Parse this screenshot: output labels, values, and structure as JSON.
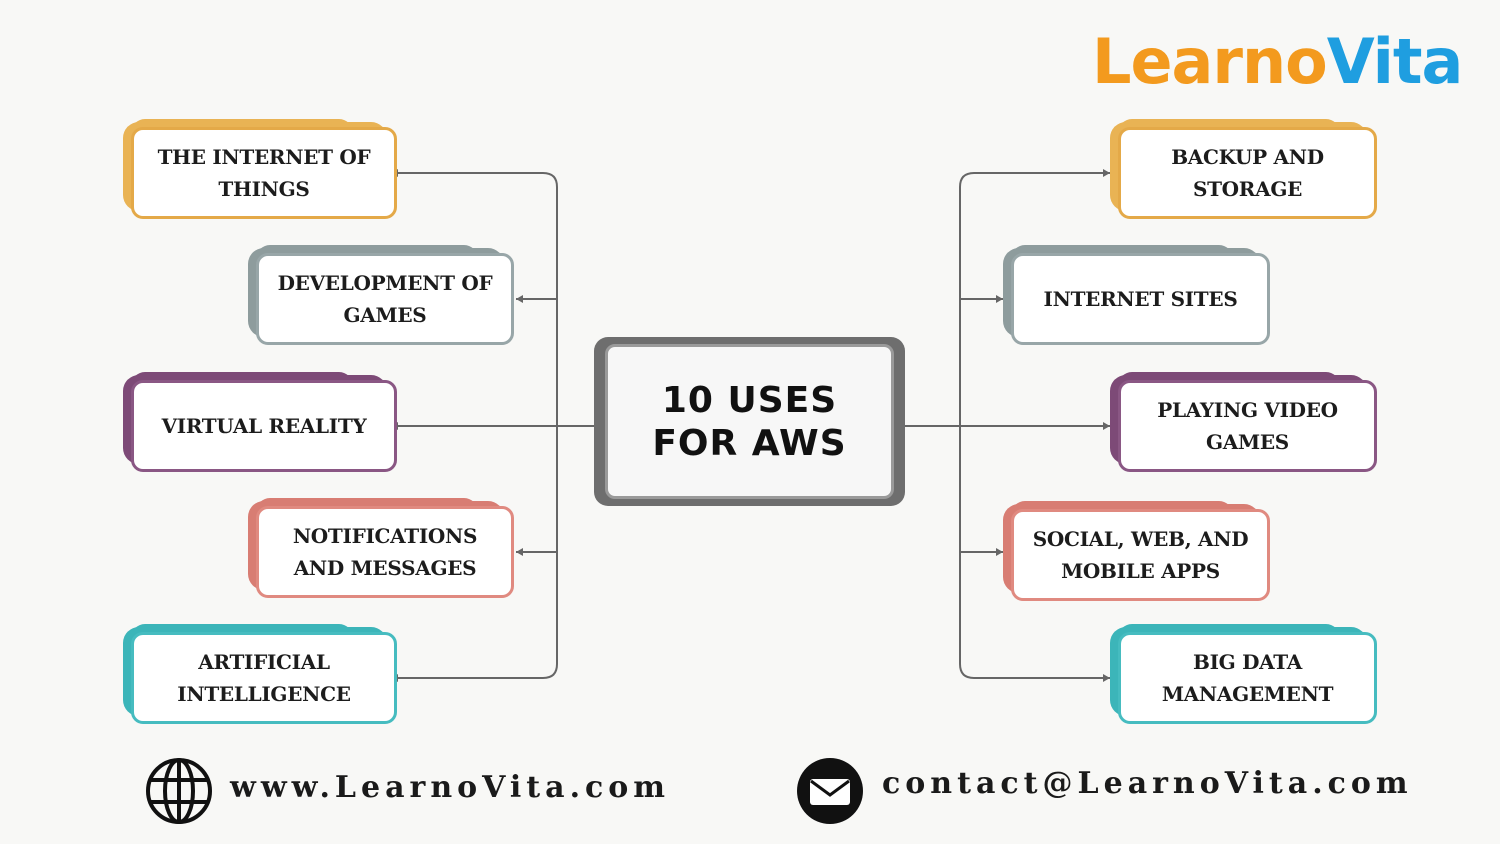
{
  "logo": {
    "part1": "Learno",
    "part2": "Vita",
    "color1": "#f39a1e",
    "color2": "#1f9ee0"
  },
  "center": {
    "line1": "10 USES",
    "line2": "FOR AWS"
  },
  "left_items": [
    {
      "label": "THE INTERNET OF THINGS",
      "color": "#e4a948",
      "back": "#e9b354"
    },
    {
      "label": "DEVELOPMENT OF GAMES",
      "color": "#98a6a8",
      "back": "#8e9c9d"
    },
    {
      "label": "VIRTUAL REALITY",
      "color": "#8a5784",
      "back": "#7d4a77"
    },
    {
      "label": "NOTIFICATIONS AND MESSAGES",
      "color": "#e08a80",
      "back": "#d87d73"
    },
    {
      "label": "ARTIFICIAL INTELLIGENCE",
      "color": "#46bcc0",
      "back": "#3cb5b9"
    }
  ],
  "right_items": [
    {
      "label": "BACKUP AND STORAGE",
      "color": "#e4a948",
      "back": "#e9b354"
    },
    {
      "label": "INTERNET SITES",
      "color": "#98a6a8",
      "back": "#8e9c9d"
    },
    {
      "label": "PLAYING VIDEO GAMES",
      "color": "#8a5784",
      "back": "#7d4a77"
    },
    {
      "label": "SOCIAL, WEB, AND MOBILE APPS",
      "color": "#e08a80",
      "back": "#d87d73"
    },
    {
      "label": "BIG DATA MANAGEMENT",
      "color": "#46bcc0",
      "back": "#3cb5b9"
    }
  ],
  "footer": {
    "website": "www.LearnoVita.com",
    "email": "contact@LearnoVita.com",
    "globe_icon": "globe-icon",
    "mail_icon": "mail-icon"
  },
  "connector_color": "#666666"
}
